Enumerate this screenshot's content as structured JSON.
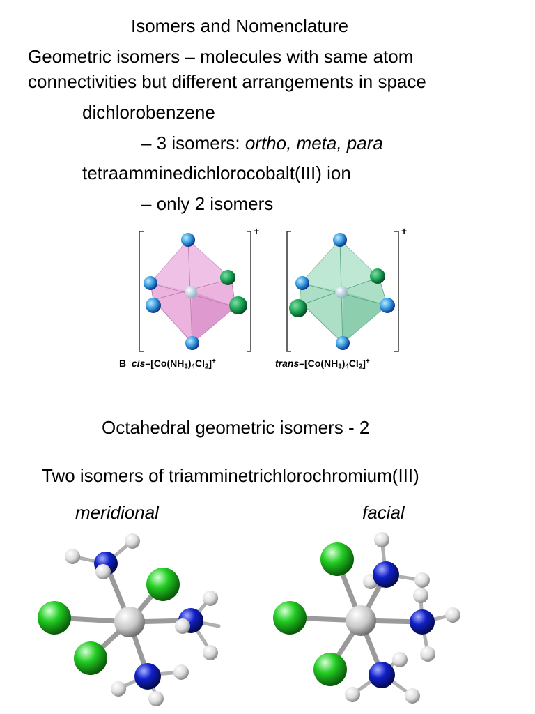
{
  "title": "Isomers and Nomenclature",
  "definition_line1": "Geometric isomers – molecules with same atom",
  "definition_line2": "connectivities but different arrangements in space",
  "example1_name": "dichlorobenzene",
  "example1_count_prefix": "– 3 isomers: ",
  "example1_isomers": "ortho, meta, para",
  "example2_name": "tetraamminedichlorocobalt(III) ion",
  "example2_count": "– only 2 isomers",
  "figure_b": {
    "panel_letter": "B",
    "charge": "+",
    "cis": {
      "prefix": "cis",
      "formula_pre": "–[Co(NH",
      "s1": "3",
      "mid1": ")",
      "s2": "4",
      "mid2": "Cl",
      "s3": "2",
      "close": "]",
      "sup": "+"
    },
    "trans": {
      "prefix": "trans",
      "formula_pre": "–[Co(NH",
      "s1": "3",
      "mid1": ")",
      "s2": "4",
      "mid2": "Cl",
      "s3": "2",
      "close": "]",
      "sup": "+"
    }
  },
  "section_heading": "Octahedral geometric isomers - 2",
  "subheading": "Two isomers of triamminetrichlorochromium(III)",
  "left_label": "meridional",
  "right_label": "facial",
  "colors": {
    "cis_polyhedron": "#e8a6d8",
    "trans_polyhedron": "#9fd9bd",
    "chlorine": "#22cc22",
    "nitrogen": "#1020c8",
    "hydrogen": "#e6e6e6",
    "metal": "#cfcfcf"
  }
}
